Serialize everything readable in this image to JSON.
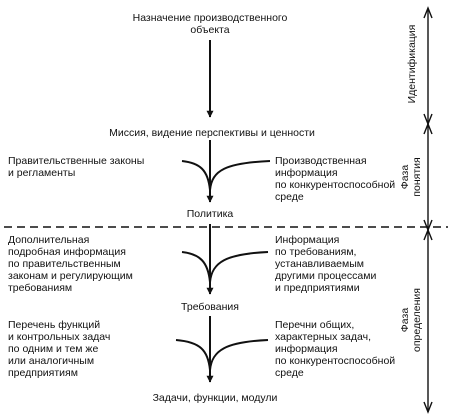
{
  "nodes": {
    "purpose": "Назначение производственного\nобъекта",
    "mission": "Миссия, видение перспективы и ценности",
    "policy": "Политика",
    "requirements": "Требования",
    "tasks": "Задачи, функции, модули"
  },
  "inputs": {
    "gov_laws": "Правительственные законы\nи регламенты",
    "production_info": "Производственная\nинформация\nпо конкурентоспособной\nсреде",
    "additional_info": "Дополнительная\nподробная информация\nпо правительственным\nзаконам и регулирующим\nтребованиям",
    "requirements_info": "Информация\nпо требованиям,\nустанавливаемым\nдругими процессами\nи предприятиями",
    "functions_list": "Перечень функций\nи контрольных задач\nпо одним и тем же\nили аналогичным\nпредприятиям",
    "common_tasks": "Перечни общих,\nхарактерных задач,\nинформация\nпо конкурентоспособной\nсреде"
  },
  "phases": {
    "identification": "Идентификация",
    "concept": "Фаза\nпонятия",
    "definition": "Фаза\nопределения"
  },
  "colors": {
    "ink": "#111111",
    "background": "#ffffff"
  }
}
